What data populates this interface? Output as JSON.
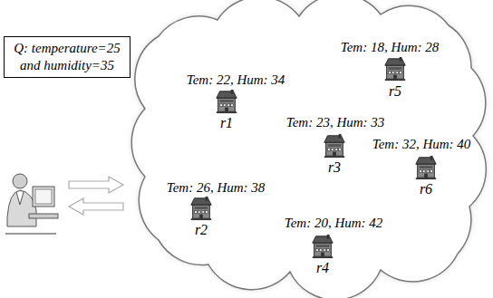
{
  "diagram": {
    "nodes": [
      {
        "text": [
          "Q: temperature=25 and humidity=35"
        ]
      }
    ],
    "labels": [
      "Tem: 18, Hum: 28",
      "r5",
      "Tem: 22, Hum: 34",
      "r1",
      "Tem: 23, Hum: 33",
      "r3",
      "Tem: 32, Hum: 40",
      "r6",
      "Tem: 26, Hum: 38",
      "r2",
      "Tem: 20, Hum: 42",
      "r4"
    ]
  }
}
